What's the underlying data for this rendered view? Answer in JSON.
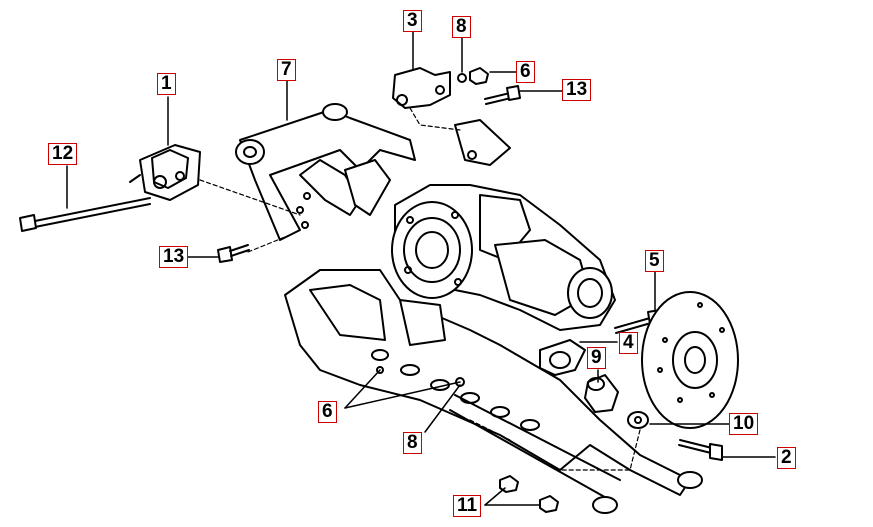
{
  "diagram": {
    "type": "exploded-parts-view",
    "callouts": [
      {
        "id": "c1",
        "label": "1"
      },
      {
        "id": "c2",
        "label": "2"
      },
      {
        "id": "c3",
        "label": "3"
      },
      {
        "id": "c4",
        "label": "4"
      },
      {
        "id": "c5",
        "label": "5"
      },
      {
        "id": "c6a",
        "label": "6"
      },
      {
        "id": "c6b",
        "label": "6"
      },
      {
        "id": "c7",
        "label": "7"
      },
      {
        "id": "c8a",
        "label": "8"
      },
      {
        "id": "c8b",
        "label": "8"
      },
      {
        "id": "c9",
        "label": "9"
      },
      {
        "id": "c10",
        "label": "10"
      },
      {
        "id": "c11",
        "label": "11"
      },
      {
        "id": "c12",
        "label": "12"
      },
      {
        "id": "c13a",
        "label": "13"
      },
      {
        "id": "c13b",
        "label": "13"
      }
    ],
    "colors": {
      "line": "#000000",
      "callout_border": "#cc0000",
      "background": "#ffffff"
    }
  }
}
